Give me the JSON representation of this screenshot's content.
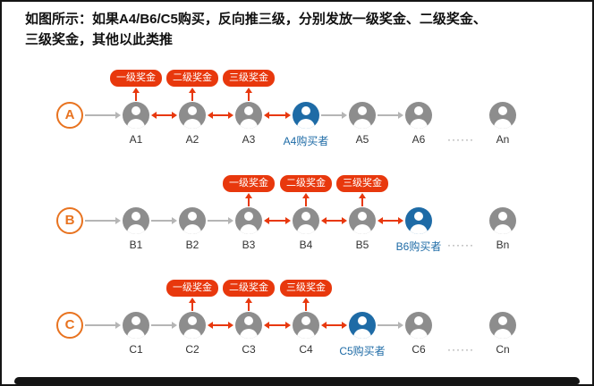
{
  "header": {
    "line1": "如图所示：如果A4/B6/C5购买，反向推三级，分别发放一级奖金、二级奖金、",
    "line2": "三级奖金，其他以此类推"
  },
  "dots": "······",
  "colors": {
    "reward_red": "#e8380d",
    "buyer_blue": "#1e6ba6",
    "member_gray": "#8d8d8d",
    "arrow_gray": "#b5b5b5",
    "ring_orange": "#e87320"
  },
  "rows": [
    {
      "letter": "A",
      "members": [
        {
          "label": "A1",
          "buyer": false
        },
        {
          "label": "A2",
          "buyer": false
        },
        {
          "label": "A3",
          "buyer": false
        },
        {
          "label": "A4购买者",
          "buyer": true
        },
        {
          "label": "A5",
          "buyer": false
        },
        {
          "label": "A6",
          "buyer": false
        },
        {
          "label": "An",
          "buyer": false
        }
      ],
      "rewards": [
        {
          "label": "一级奖金",
          "member_index": 0
        },
        {
          "label": "二级奖金",
          "member_index": 1
        },
        {
          "label": "三级奖金",
          "member_index": 2
        }
      ],
      "red_pairs": [
        [
          0,
          1
        ],
        [
          1,
          2
        ],
        [
          2,
          3
        ]
      ],
      "dots_between": [
        5,
        6
      ]
    },
    {
      "letter": "B",
      "members": [
        {
          "label": "B1",
          "buyer": false
        },
        {
          "label": "B2",
          "buyer": false
        },
        {
          "label": "B3",
          "buyer": false
        },
        {
          "label": "B4",
          "buyer": false
        },
        {
          "label": "B5",
          "buyer": false
        },
        {
          "label": "B6购买者",
          "buyer": true
        },
        {
          "label": "Bn",
          "buyer": false
        }
      ],
      "rewards": [
        {
          "label": "一级奖金",
          "member_index": 2
        },
        {
          "label": "二级奖金",
          "member_index": 3
        },
        {
          "label": "三级奖金",
          "member_index": 4
        }
      ],
      "red_pairs": [
        [
          2,
          3
        ],
        [
          3,
          4
        ],
        [
          4,
          5
        ]
      ],
      "dots_between": [
        5,
        6
      ]
    },
    {
      "letter": "C",
      "members": [
        {
          "label": "C1",
          "buyer": false
        },
        {
          "label": "C2",
          "buyer": false
        },
        {
          "label": "C3",
          "buyer": false
        },
        {
          "label": "C4",
          "buyer": false
        },
        {
          "label": "C5购买者",
          "buyer": true
        },
        {
          "label": "C6",
          "buyer": false
        },
        {
          "label": "Cn",
          "buyer": false
        }
      ],
      "rewards": [
        {
          "label": "一级奖金",
          "member_index": 1
        },
        {
          "label": "二级奖金",
          "member_index": 2
        },
        {
          "label": "三级奖金",
          "member_index": 3
        }
      ],
      "red_pairs": [
        [
          1,
          2
        ],
        [
          2,
          3
        ],
        [
          3,
          4
        ]
      ],
      "dots_between": [
        5,
        6
      ]
    }
  ]
}
